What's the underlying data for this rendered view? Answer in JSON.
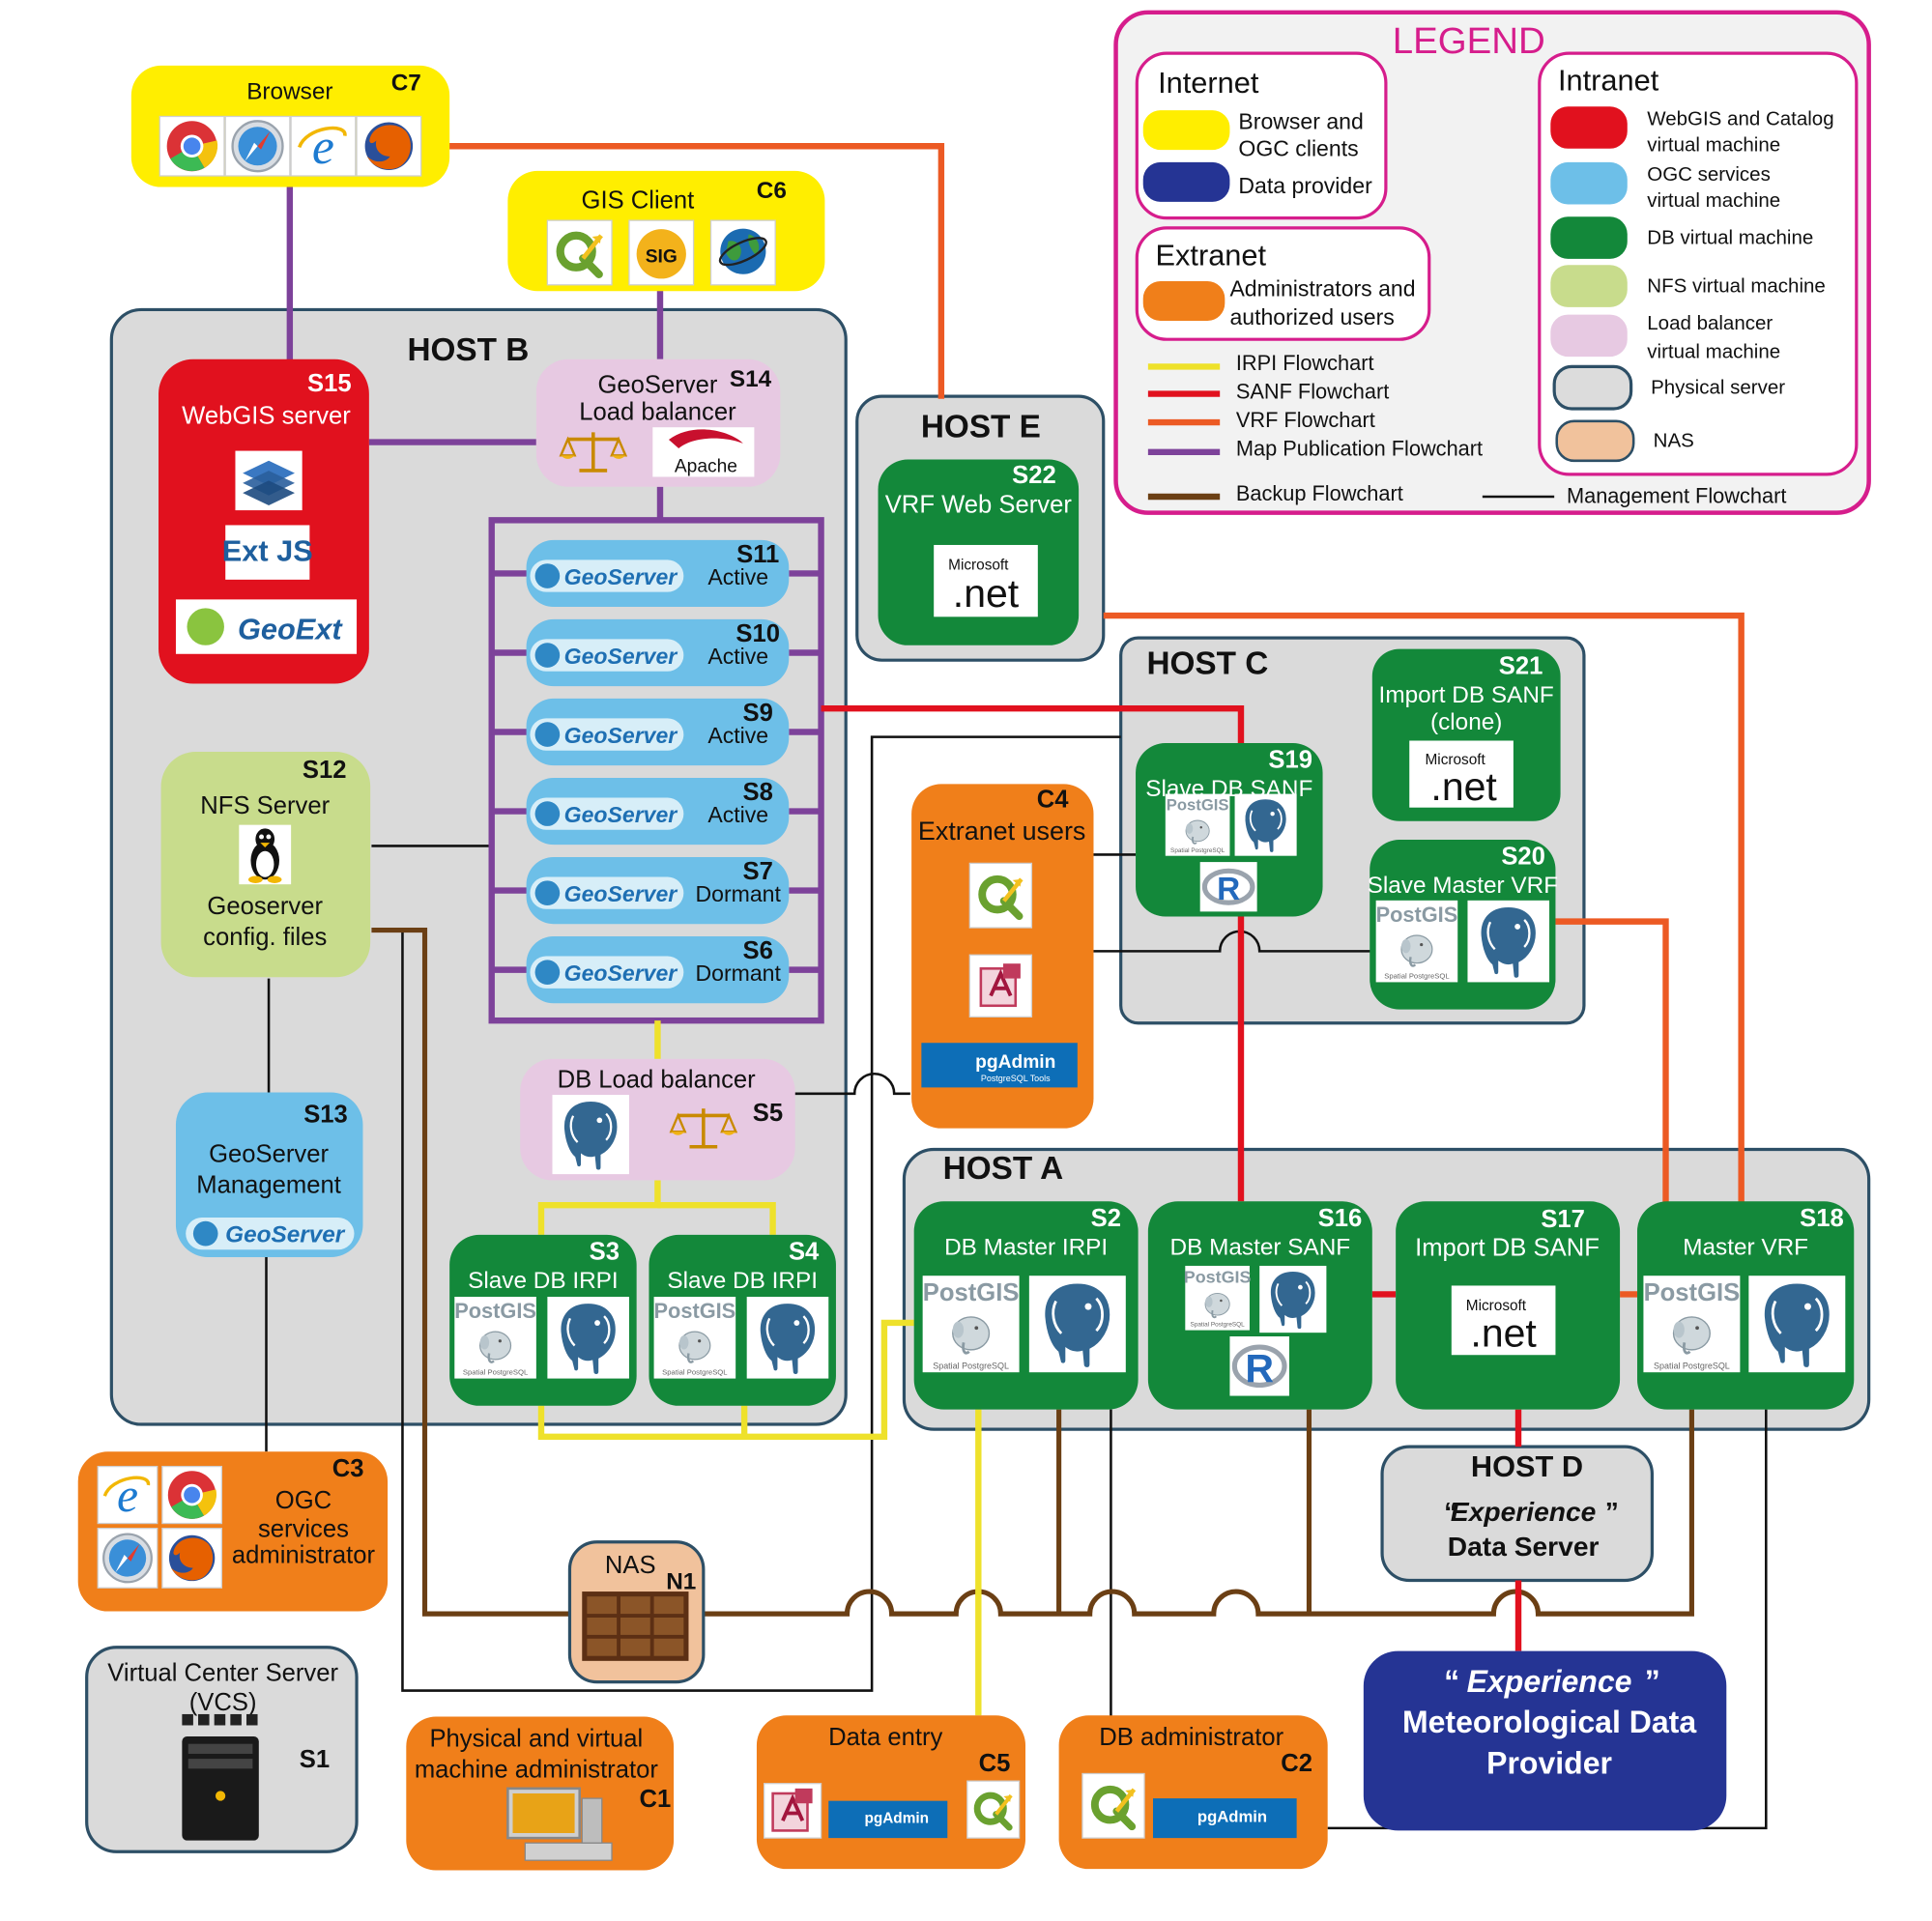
{
  "legend": {
    "title": "LEGEND",
    "internet_title": "Internet",
    "extranet_title": "Extranet",
    "intranet_title": "Intranet",
    "items": [
      {
        "text_1": "Browser and",
        "text_2": "OGC clients",
        "color": "#ffee00"
      },
      {
        "text_1": "Data provider",
        "text_2": "",
        "color": "#253494"
      },
      {
        "text_1": "Administrators and",
        "text_2": "authorized users",
        "color": "#f07f1a"
      },
      {
        "text_1": "WebGIS and Catalog",
        "text_2": "virtual machine",
        "color": "#e1111e"
      },
      {
        "text_1": "OGC services",
        "text_2": "virtual machine",
        "color": "#6dbfe8"
      },
      {
        "text_1": "DB virtual machine",
        "text_2": "",
        "color": "#13883a"
      },
      {
        "text_1": "NFS virtual machine",
        "text_2": "",
        "color": "#c8dc8c"
      },
      {
        "text_1": "Load balancer",
        "text_2": "virtual machine",
        "color": "#e7c9e2"
      },
      {
        "text_1": "Physical server",
        "text_2": "",
        "color": "#dcdcdc"
      },
      {
        "text_1": "NAS",
        "text_2": "",
        "color": "#f1c29c"
      }
    ],
    "flows": [
      {
        "text": "IRPI Flowchart",
        "color": "#eee12b"
      },
      {
        "text": "SANF Flowchart",
        "color": "#e1111e"
      },
      {
        "text": "VRF Flowchart",
        "color": "#ec5a24"
      },
      {
        "text": "Map Publication  Flowchart",
        "color": "#7d429a"
      },
      {
        "text": "Backup Flowchart",
        "color": "#6b3f14"
      },
      {
        "text": "Management Flowchart",
        "color": "#111111"
      }
    ]
  },
  "hosts": {
    "b": "HOST B",
    "e": "HOST E",
    "c": "HOST C",
    "a": "HOST A",
    "d": "HOST D",
    "d_line2": "Data Server",
    "d_quote": "Experience"
  },
  "nodes": {
    "c7": {
      "id": "C7",
      "title": "Browser"
    },
    "c6": {
      "id": "C6",
      "title": "GIS Client"
    },
    "s15": {
      "id": "S15",
      "title": "WebGIS server"
    },
    "s14": {
      "id": "S14",
      "title_1": "GeoServer",
      "title_2": "Load balancer",
      "apache": "Apache"
    },
    "geoservers": [
      {
        "id": "S11",
        "status": "Active"
      },
      {
        "id": "S10",
        "status": "Active"
      },
      {
        "id": "S9",
        "status": "Active"
      },
      {
        "id": "S8",
        "status": "Active"
      },
      {
        "id": "S7",
        "status": "Dormant"
      },
      {
        "id": "S6",
        "status": "Dormant"
      }
    ],
    "s12": {
      "id": "S12",
      "title": "NFS Server",
      "sub_1": "Geoserver",
      "sub_2": "config. files"
    },
    "s13": {
      "id": "S13",
      "title_1": "GeoServer",
      "title_2": "Management"
    },
    "s5": {
      "id": "S5",
      "title": "DB Load balancer"
    },
    "s3": {
      "id": "S3",
      "title": "Slave DB IRPI"
    },
    "s4": {
      "id": "S4",
      "title": "Slave DB IRPI"
    },
    "s22": {
      "id": "S22",
      "title": "VRF Web Server"
    },
    "s19": {
      "id": "S19",
      "title": "Slave DB SANF"
    },
    "s21": {
      "id": "S21",
      "title_1": "Import  DB SANF",
      "title_2": "(clone)"
    },
    "s20": {
      "id": "S20",
      "title": "Slave Master VRF"
    },
    "c4": {
      "id": "C4",
      "title": "Extranet users"
    },
    "s2": {
      "id": "S2",
      "title": "DB Master IRPI"
    },
    "s16": {
      "id": "S16",
      "title": "DB Master SANF"
    },
    "s17": {
      "id": "S17",
      "title": "Import DB SANF"
    },
    "s18": {
      "id": "S18",
      "title": "Master VRF"
    },
    "c3": {
      "id": "C3",
      "title_1": "OGC",
      "title_2": "services",
      "title_3": "administrator"
    },
    "n1": {
      "id": "N1",
      "title": "NAS"
    },
    "s1": {
      "id": "S1",
      "title_1": "Virtual Center Server",
      "title_2": "(VCS)"
    },
    "c1": {
      "id": "C1",
      "title_1": "Physical and virtual",
      "title_2": "machine administrator"
    },
    "c5": {
      "id": "C5",
      "title": "Data entry"
    },
    "c2": {
      "id": "C2",
      "title": "DB administrator"
    },
    "provider": {
      "quote": "Experience",
      "line_2": "Meteorological Data",
      "line_3": "Provider"
    }
  },
  "logos": {
    "geoserver": "GeoServer",
    "extjs": "Ext JS",
    "geoext": "GeoExt",
    "ms_top": "Microsoft",
    "ms_net": ".net",
    "postgis": "PostGIS",
    "postgis_sub": "Spatial PostgreSQL",
    "pgadmin": "pgAdmin",
    "pgadmin_sub": "PostgreSQL Tools",
    "gvsig": "SIG",
    "r": "R"
  }
}
